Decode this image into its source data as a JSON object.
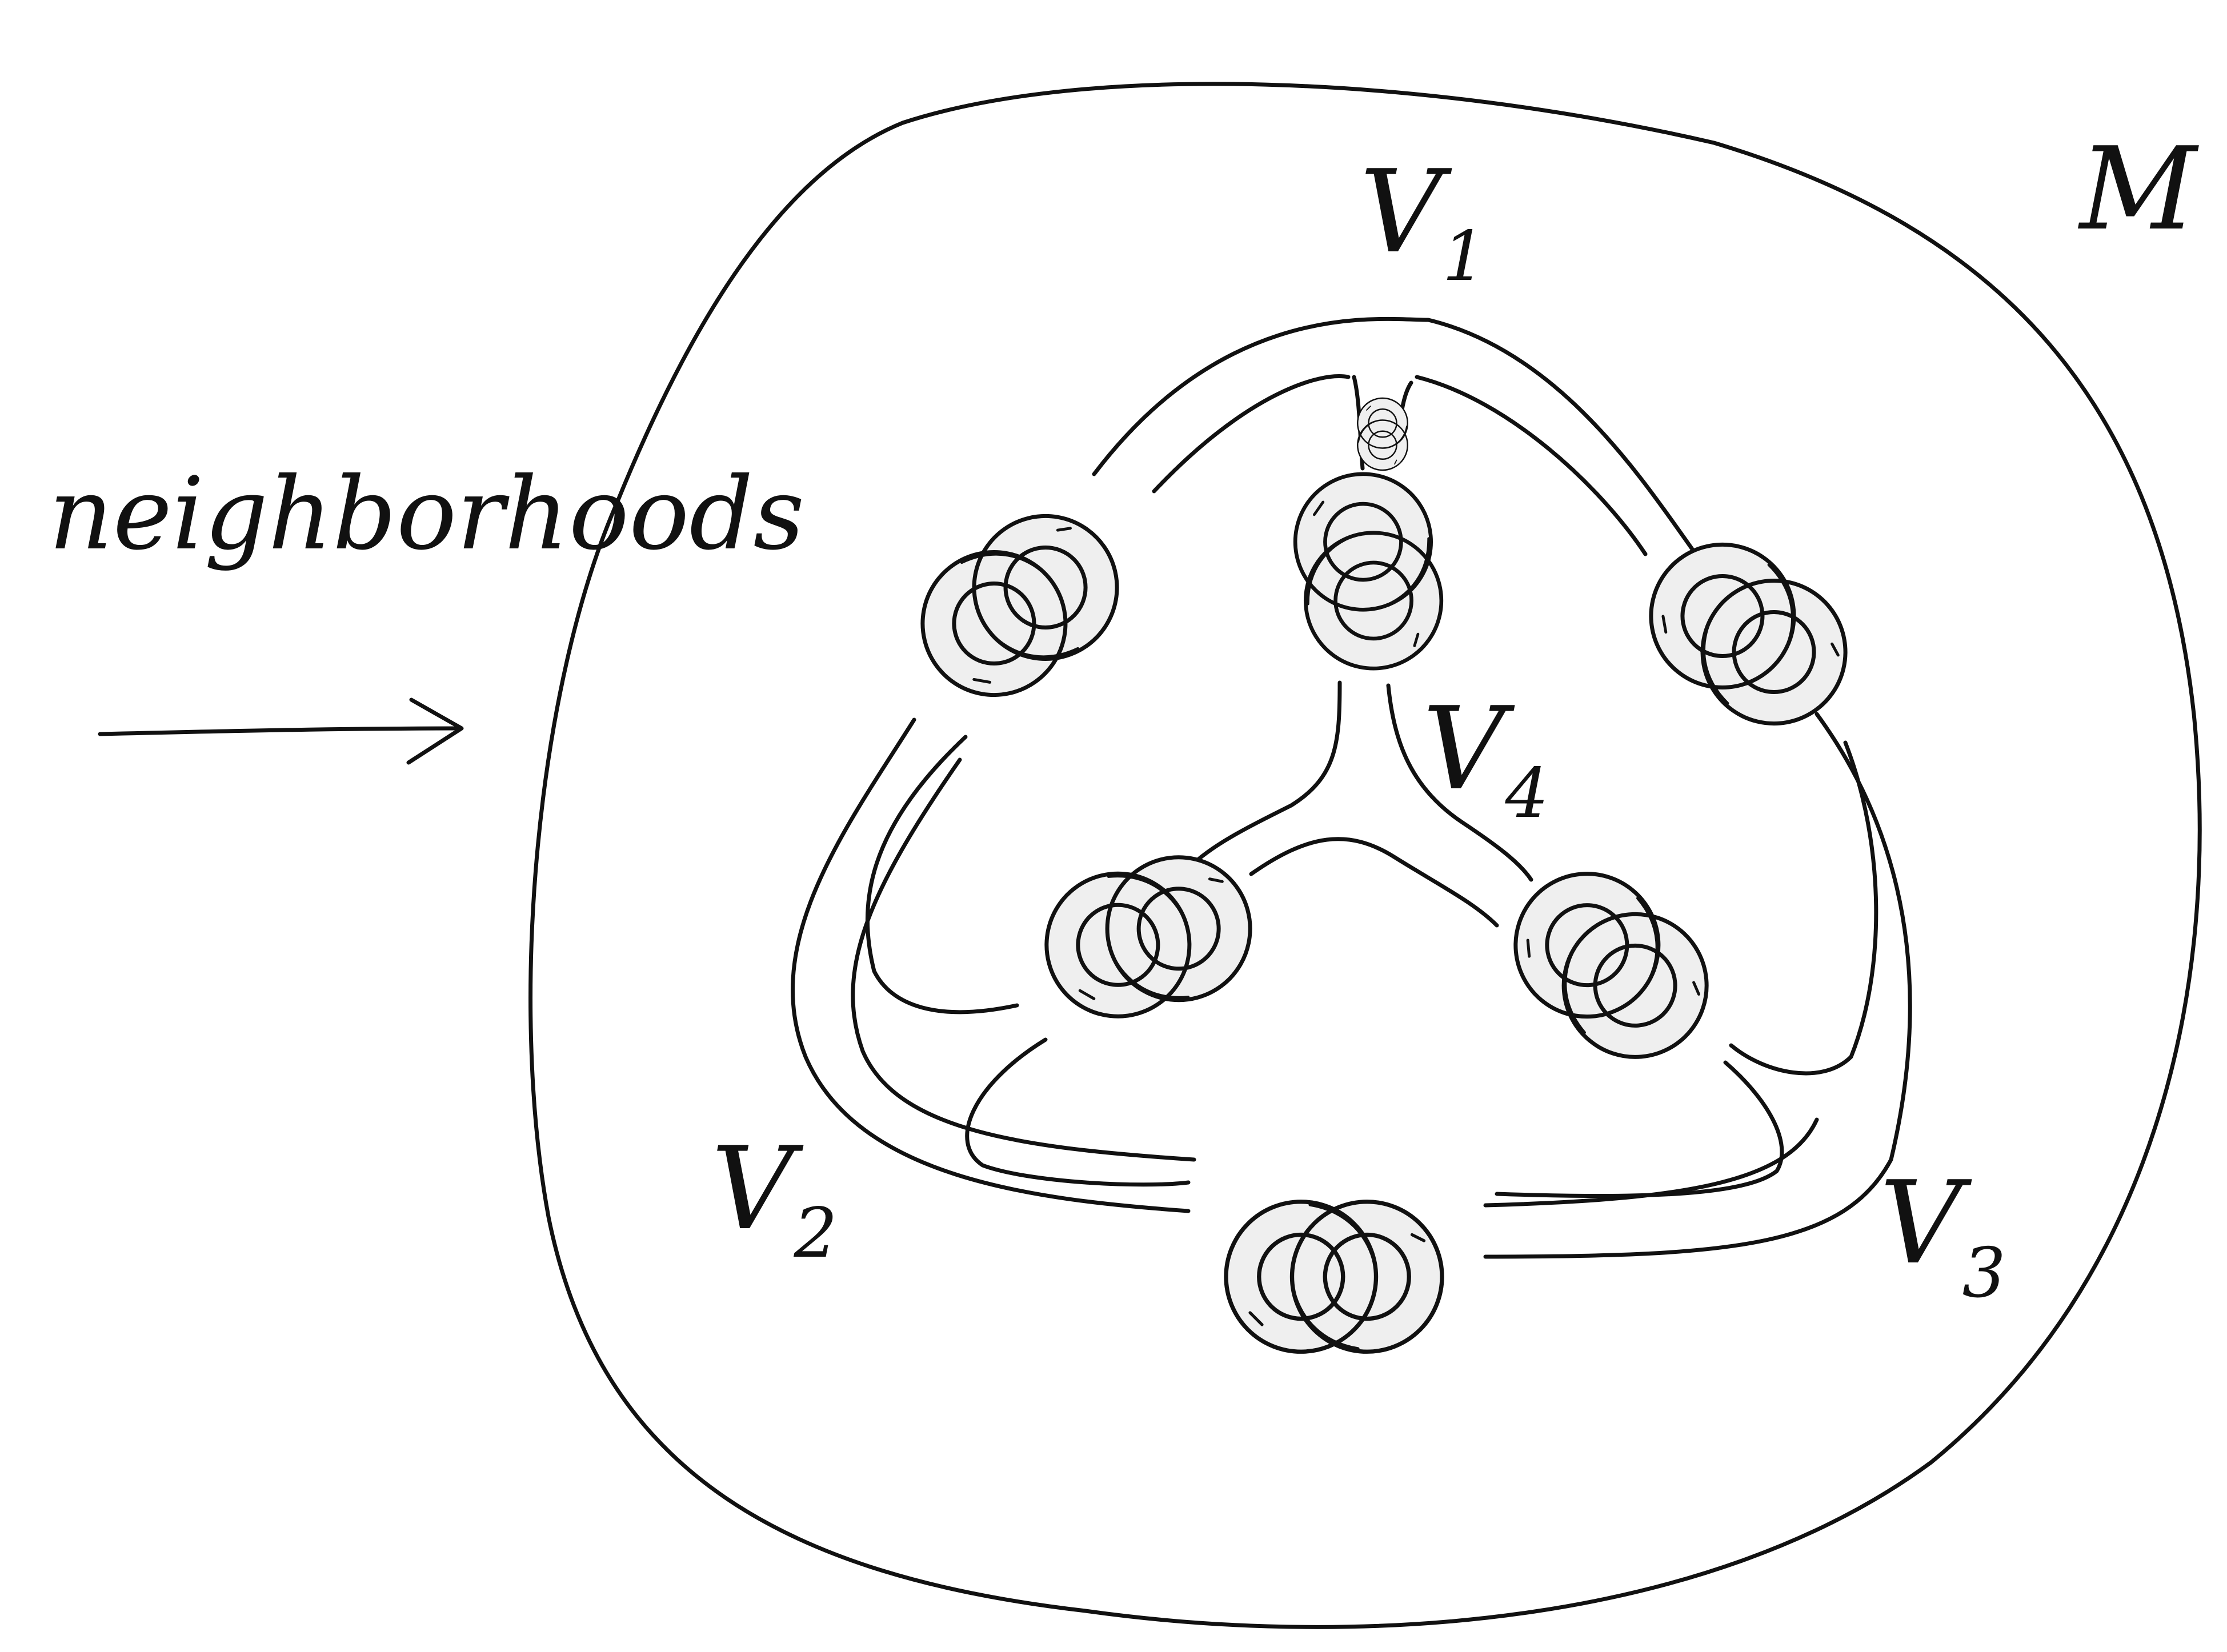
{
  "labels": {
    "manifold": "M",
    "neighborhoods": "neighborhoods",
    "v1": {
      "letter": "V",
      "index": "1"
    },
    "v2": {
      "letter": "V",
      "index": "2"
    },
    "v3": {
      "letter": "V",
      "index": "3"
    },
    "v4": {
      "letter": "V",
      "index": "4"
    }
  },
  "links": {
    "count": 7,
    "type": "hopf-link",
    "ring_tint": "#efefef"
  },
  "colors": {
    "ink": "#111111",
    "paper": "#ffffff"
  }
}
